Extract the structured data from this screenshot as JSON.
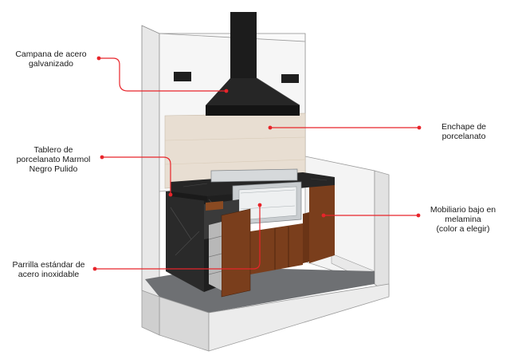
{
  "annotations": {
    "hood": {
      "lines": [
        "Campana de acero",
        "galvanizado"
      ]
    },
    "tile": {
      "lines": [
        "Enchape de",
        "porcelanato"
      ]
    },
    "countertop": {
      "lines": [
        "Tablero de",
        "porcelanato Marmol",
        "Negro Pulido"
      ]
    },
    "cabinets": {
      "lines": [
        "Mobiliario bajo en",
        "melamina",
        "(color a elegir)"
      ]
    },
    "grill": {
      "lines": [
        "Parrilla estándar de",
        "acero inoxidable"
      ]
    }
  },
  "colors": {
    "callout": "#e8242a",
    "hood": "#1f1f1f",
    "wall": "#f6f6f6",
    "wall_edge": "#9a9a9a",
    "floor": "#6e7073",
    "tile": "#e8ded2",
    "marble": "#2a2a2a",
    "wood": "#7a3e1c",
    "steel": "#c9cdd0"
  }
}
